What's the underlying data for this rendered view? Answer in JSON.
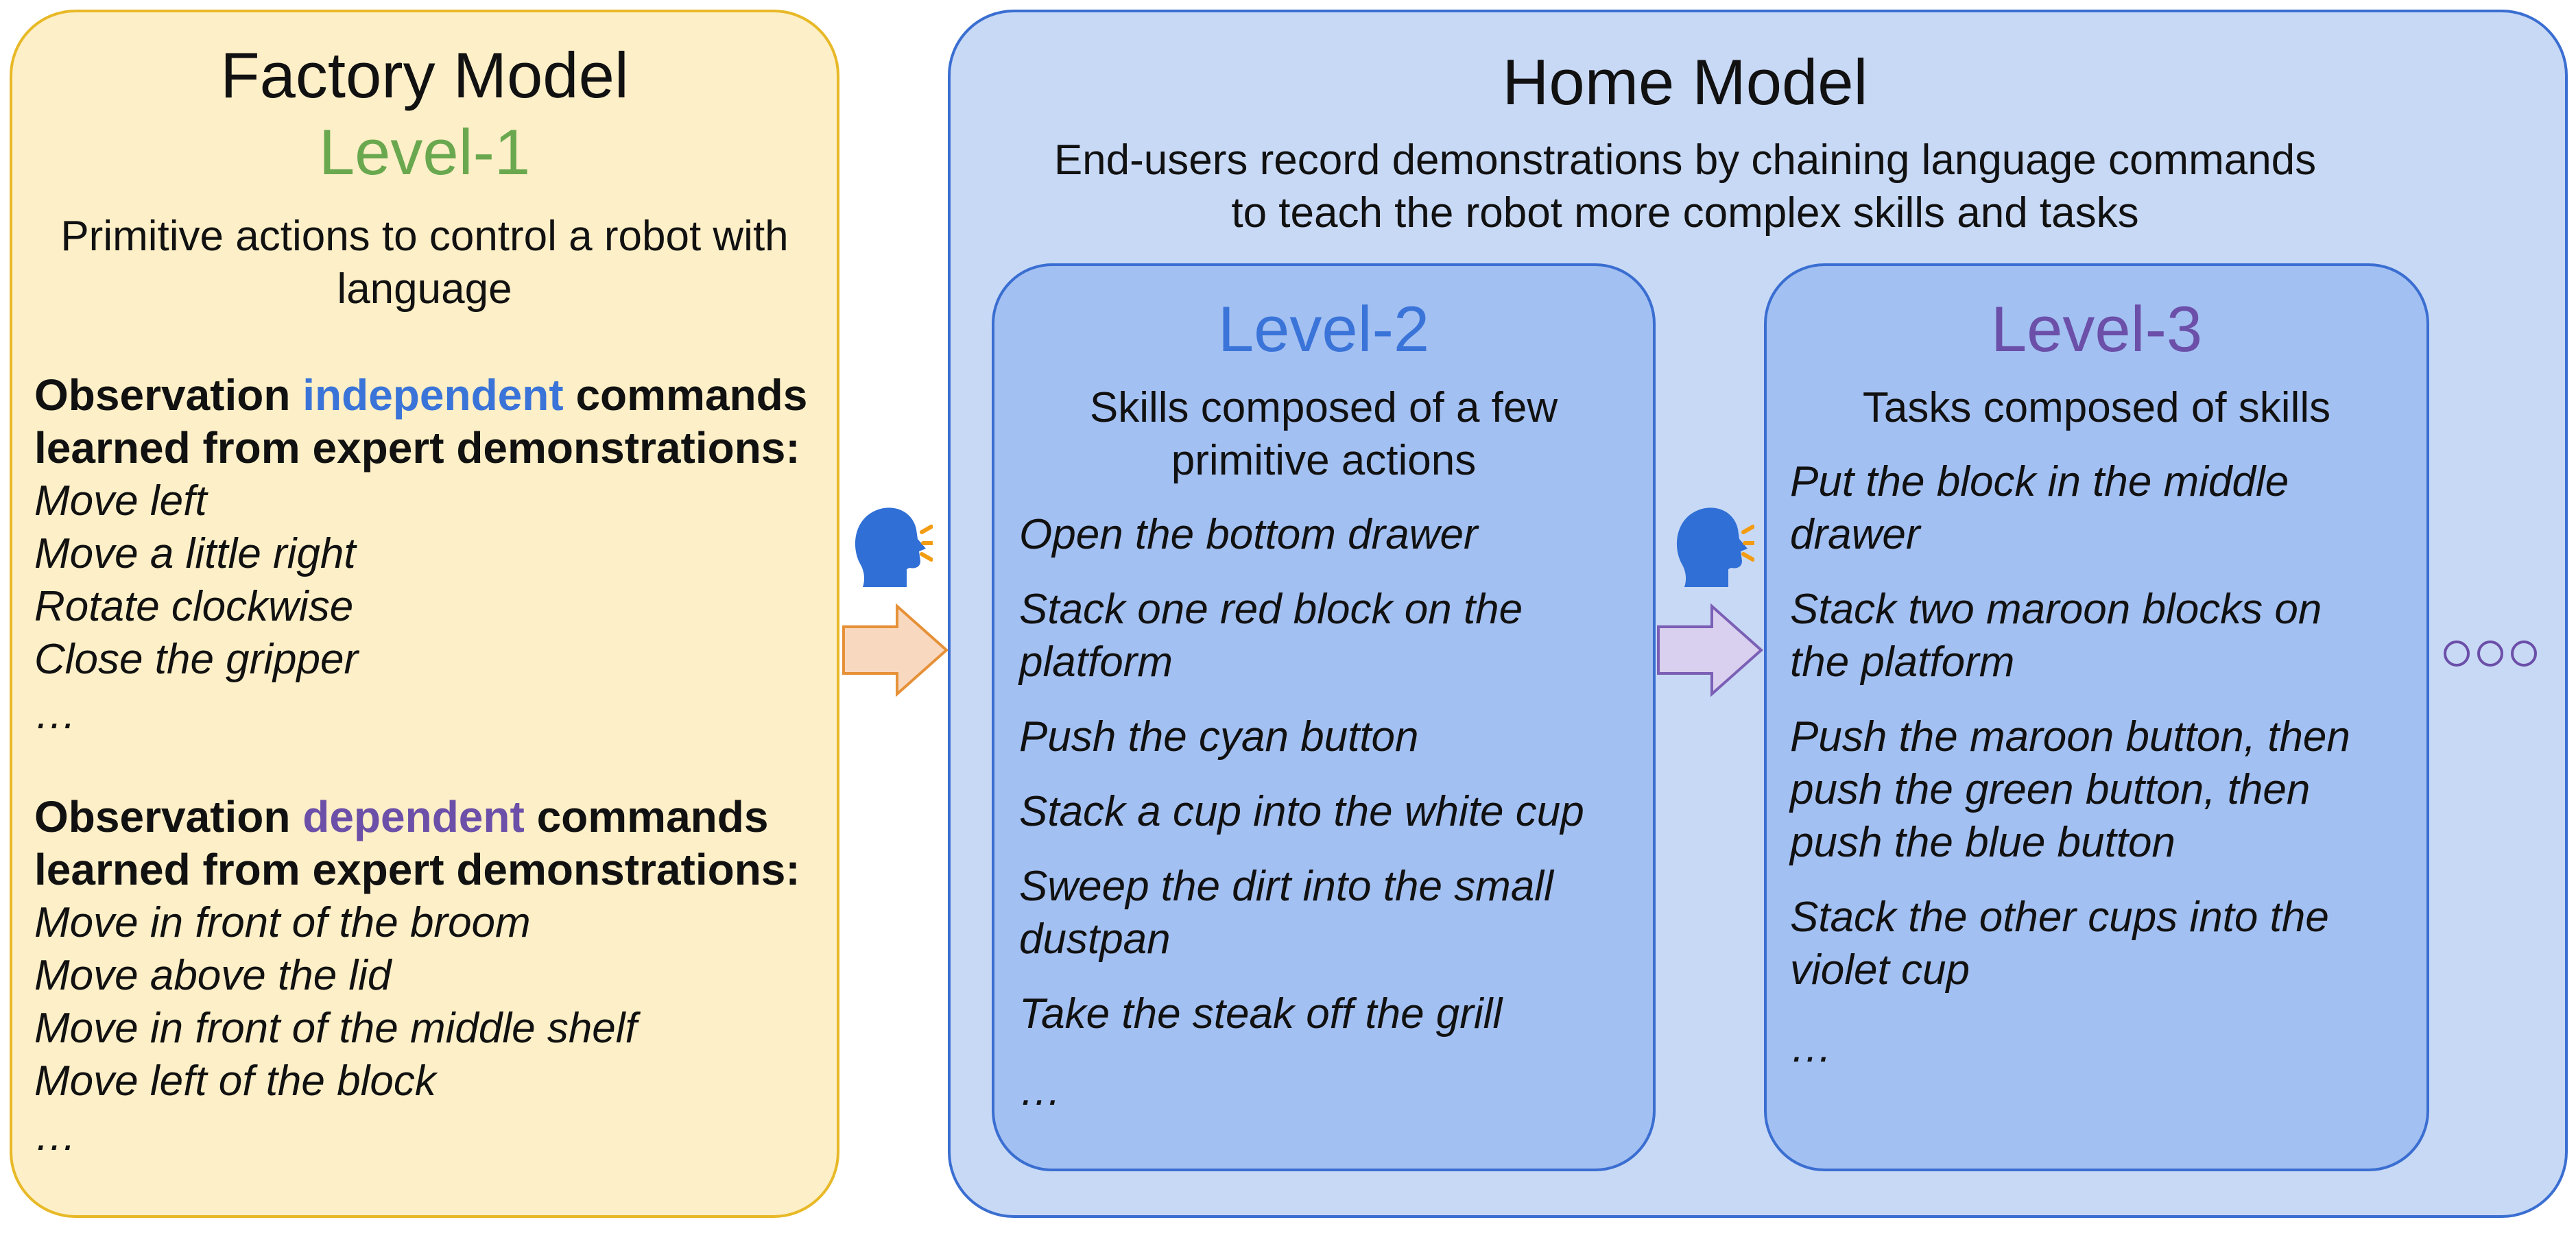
{
  "colors": {
    "factory_bg": "#fdefc7",
    "factory_border": "#e8b927",
    "home_bg": "#c8d9f6",
    "home_border": "#3a6ed1",
    "level_bg": "#a3c0f2",
    "level1_green": "#6aa84f",
    "level2_blue": "#3a74d8",
    "level3_purple": "#6b4fa8",
    "independent_blue": "#3a74d8",
    "dependent_purple": "#6b4fa8",
    "arrow1_fill": "#f9d8c0",
    "arrow1_stroke": "#e69138",
    "arrow2_fill": "#d8d0ee",
    "arrow2_stroke": "#7b5fb5",
    "speaker_blue": "#2f6fd6",
    "sound_orange": "#f39c12"
  },
  "factory": {
    "title": "Factory Model",
    "level": "Level-1",
    "subtitle_line1": "Primitive actions to control a robot with",
    "subtitle_line2": "language",
    "independent": {
      "prefix": "Observation ",
      "keyword": "independent",
      "suffix": " commands",
      "line2": "learned from expert demonstrations:",
      "items": [
        "Move left",
        "Move a little right",
        "Rotate clockwise",
        "Close the gripper",
        "…"
      ]
    },
    "dependent": {
      "prefix": "Observation ",
      "keyword": "dependent",
      "suffix": " commands",
      "line2": "learned from expert demonstrations:",
      "items": [
        "Move in front of the broom",
        "Move above the lid",
        "Move in front of the middle shelf",
        "Move left of the block",
        "…"
      ]
    }
  },
  "home": {
    "title": "Home Model",
    "subtitle_line1": "End-users record demonstrations by chaining language commands",
    "subtitle_line2": "to teach the robot more complex skills and tasks",
    "level2": {
      "title": "Level-2",
      "subtitle_line1": "Skills composed of a few",
      "subtitle_line2": "primitive actions",
      "items": [
        [
          "Open the bottom drawer"
        ],
        [
          "Stack one red block on the",
          "platform"
        ],
        [
          "Push the cyan button"
        ],
        [
          "Stack a cup into the white cup"
        ],
        [
          "Sweep the dirt into the small",
          "dustpan"
        ],
        [
          "Take the steak off the grill"
        ],
        [
          "…"
        ]
      ]
    },
    "level3": {
      "title": "Level-3",
      "subtitle": "Tasks composed of skills",
      "items": [
        [
          "Put the block in the middle",
          "drawer"
        ],
        [
          "Stack two maroon blocks on",
          "the platform"
        ],
        [
          "Push the maroon button, then",
          "push the green button, then",
          "push the blue button"
        ],
        [
          "Stack the other cups into the",
          "violet cup"
        ],
        [
          "…"
        ]
      ]
    }
  },
  "icons": {
    "speaker1": "speaking-head-icon",
    "speaker2": "speaking-head-icon",
    "arrow1": "right-arrow-icon",
    "arrow2": "right-arrow-icon",
    "ellipsis": "ellipsis-circles-icon"
  }
}
